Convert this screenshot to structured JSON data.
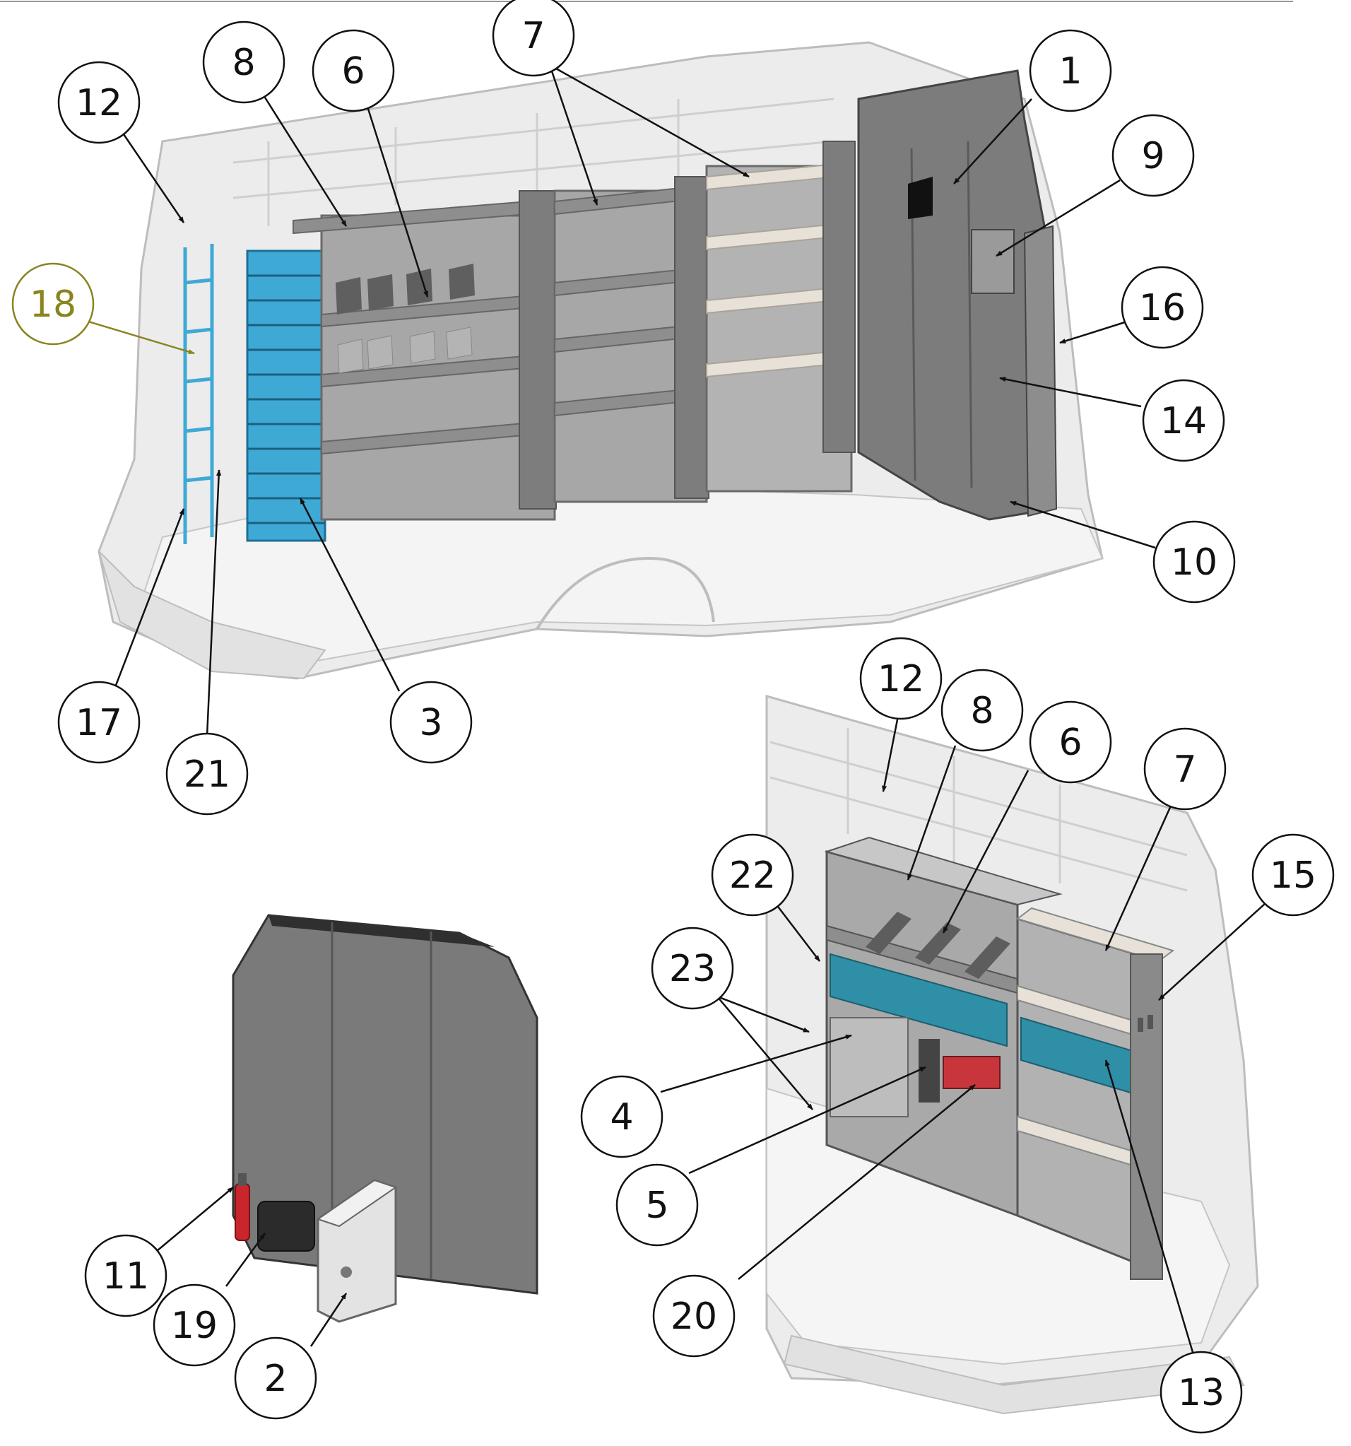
{
  "colors": {
    "line": "#111111",
    "highlight": "#8a8420",
    "van_body": "#e8e8e8",
    "van_shadow": "#c9c9c9",
    "shelving": "#8e8e8e",
    "shelving_dark": "#6a6a6a",
    "bulkhead": "#7c7c7c",
    "bins_blue": "#3fa9d6",
    "bins_teal": "#2f8fa6",
    "shelf_light": "#e7e1d8",
    "extinguisher": "#c8262c",
    "drawer_red": "#c8363c"
  },
  "callouts": [
    {
      "label": "1"
    },
    {
      "label": "3"
    },
    {
      "label": "6"
    },
    {
      "label": "7"
    },
    {
      "label": "8"
    },
    {
      "label": "9"
    },
    {
      "label": "10"
    },
    {
      "label": "12"
    },
    {
      "label": "14"
    },
    {
      "label": "16"
    },
    {
      "label": "17"
    },
    {
      "label": "18"
    },
    {
      "label": "21"
    },
    {
      "label": "2"
    },
    {
      "label": "11"
    },
    {
      "label": "19"
    },
    {
      "label": "4"
    },
    {
      "label": "5"
    },
    {
      "label": "6"
    },
    {
      "label": "7"
    },
    {
      "label": "8"
    },
    {
      "label": "12"
    },
    {
      "label": "13"
    },
    {
      "label": "15"
    },
    {
      "label": "20"
    },
    {
      "label": "22"
    },
    {
      "label": "23"
    }
  ]
}
